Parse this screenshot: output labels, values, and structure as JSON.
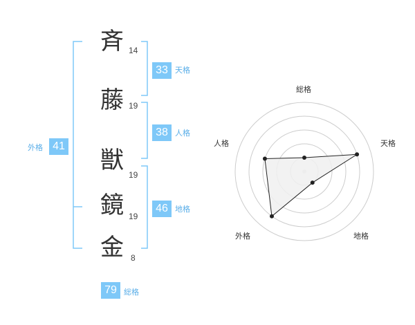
{
  "colors": {
    "accent": "#7ec8f8",
    "accent_text": "#5aaee8",
    "kanji": "#333333",
    "chart_line": "#222222",
    "grid": "#cccccc",
    "fill": "#f0f0f0"
  },
  "name": {
    "characters": [
      {
        "kanji": "斉",
        "strokes": "14"
      },
      {
        "kanji": "藤",
        "strokes": "19"
      },
      {
        "kanji": "獣",
        "strokes": "19"
      },
      {
        "kanji": "鏡",
        "strokes": "19"
      },
      {
        "kanji": "金",
        "strokes": "8"
      }
    ]
  },
  "fortunes": {
    "tenkaku": {
      "value": "33",
      "label": "天格"
    },
    "jinkaku": {
      "value": "38",
      "label": "人格"
    },
    "chikaku": {
      "value": "46",
      "label": "地格"
    },
    "gaikaku": {
      "value": "41",
      "label": "外格"
    },
    "soukaku": {
      "value": "79",
      "label": "総格"
    }
  },
  "chart_data": {
    "type": "radar",
    "axes": [
      "総格",
      "天格",
      "地格",
      "外格",
      "人格"
    ],
    "values": [
      1,
      4,
      1,
      4,
      3
    ],
    "rmax": 5,
    "grid_rings": 5
  }
}
